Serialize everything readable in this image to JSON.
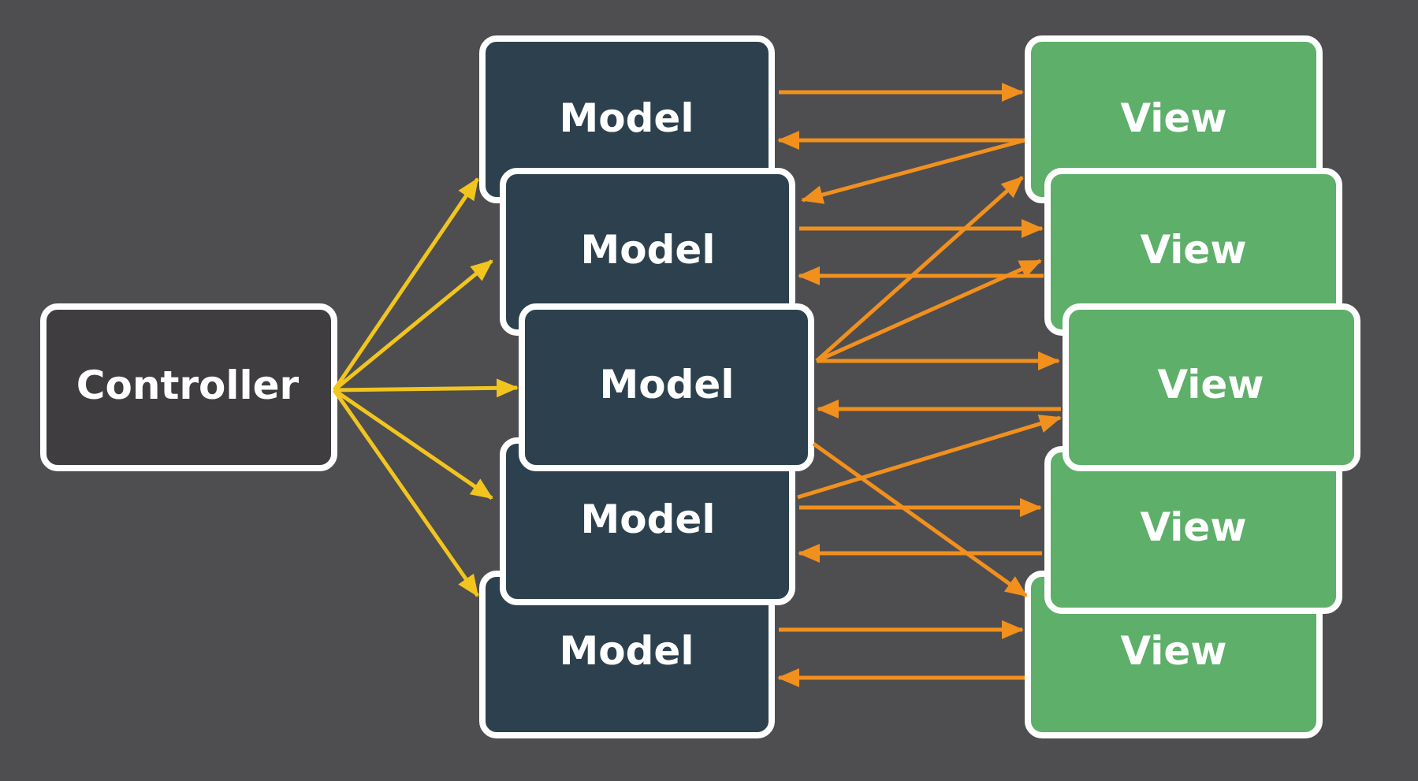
{
  "colors": {
    "background": "#4e4e50",
    "controller_fill": "#3f3d3f",
    "model_fill": "#2c414d",
    "view_fill": "#5daf69",
    "border": "#ffffff",
    "controller_arrow": "#f2c51e",
    "model_view_arrow": "#f2901e"
  },
  "controller": {
    "label": "Controller"
  },
  "models": [
    {
      "label": "Model"
    },
    {
      "label": "Model"
    },
    {
      "label": "Model"
    },
    {
      "label": "Model"
    },
    {
      "label": "Model"
    }
  ],
  "views": [
    {
      "label": "View"
    },
    {
      "label": "View"
    },
    {
      "label": "View"
    },
    {
      "label": "View"
    },
    {
      "label": "View"
    }
  ]
}
